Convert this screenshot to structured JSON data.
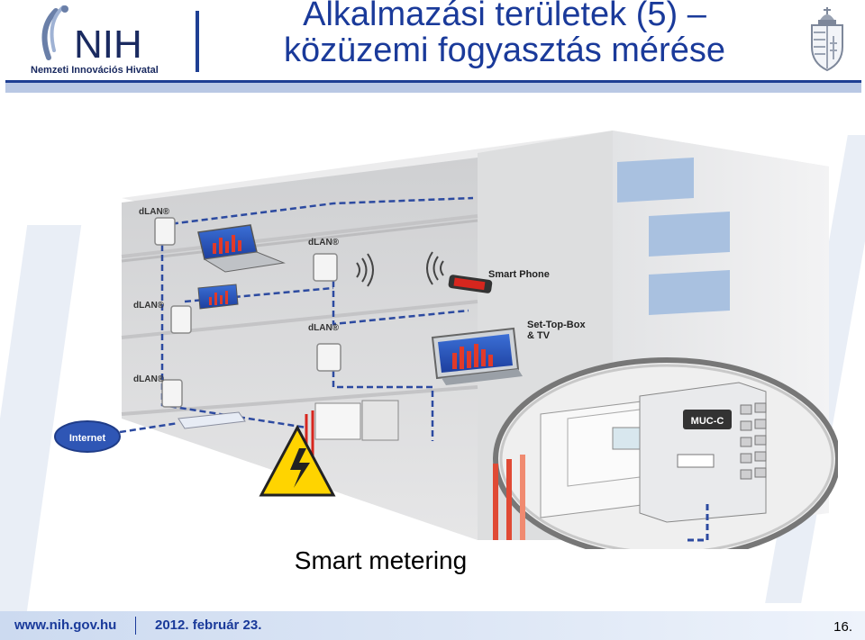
{
  "header": {
    "logo_text": "NIH",
    "logo_subtitle": "Nemzeti Innovációs Hivatal",
    "title_line1": "Alkalmazási területek (5) –",
    "title_line2": "közüzemi fogyasztás mérése"
  },
  "illustration": {
    "labels": {
      "dlan1": "dLAN®",
      "dlan2": "dLAN®",
      "dlan3": "dLAN®",
      "dlan4": "dLAN®",
      "dlan5": "dLAN®",
      "smart_phone": "Smart Phone",
      "stb_line1": "Set-Top-Box",
      "stb_line2": "& TV",
      "internet": "Internet",
      "muc": "MUC-C"
    }
  },
  "caption": "Smart metering",
  "footer": {
    "url": "www.nih.gov.hu",
    "date": "2012. február 23.",
    "page": "16."
  },
  "colors": {
    "title_blue": "#1a3a9a",
    "rule_blue": "#1e3f93",
    "network_blue": "#2c4aa0",
    "power_red": "#d7261e"
  }
}
